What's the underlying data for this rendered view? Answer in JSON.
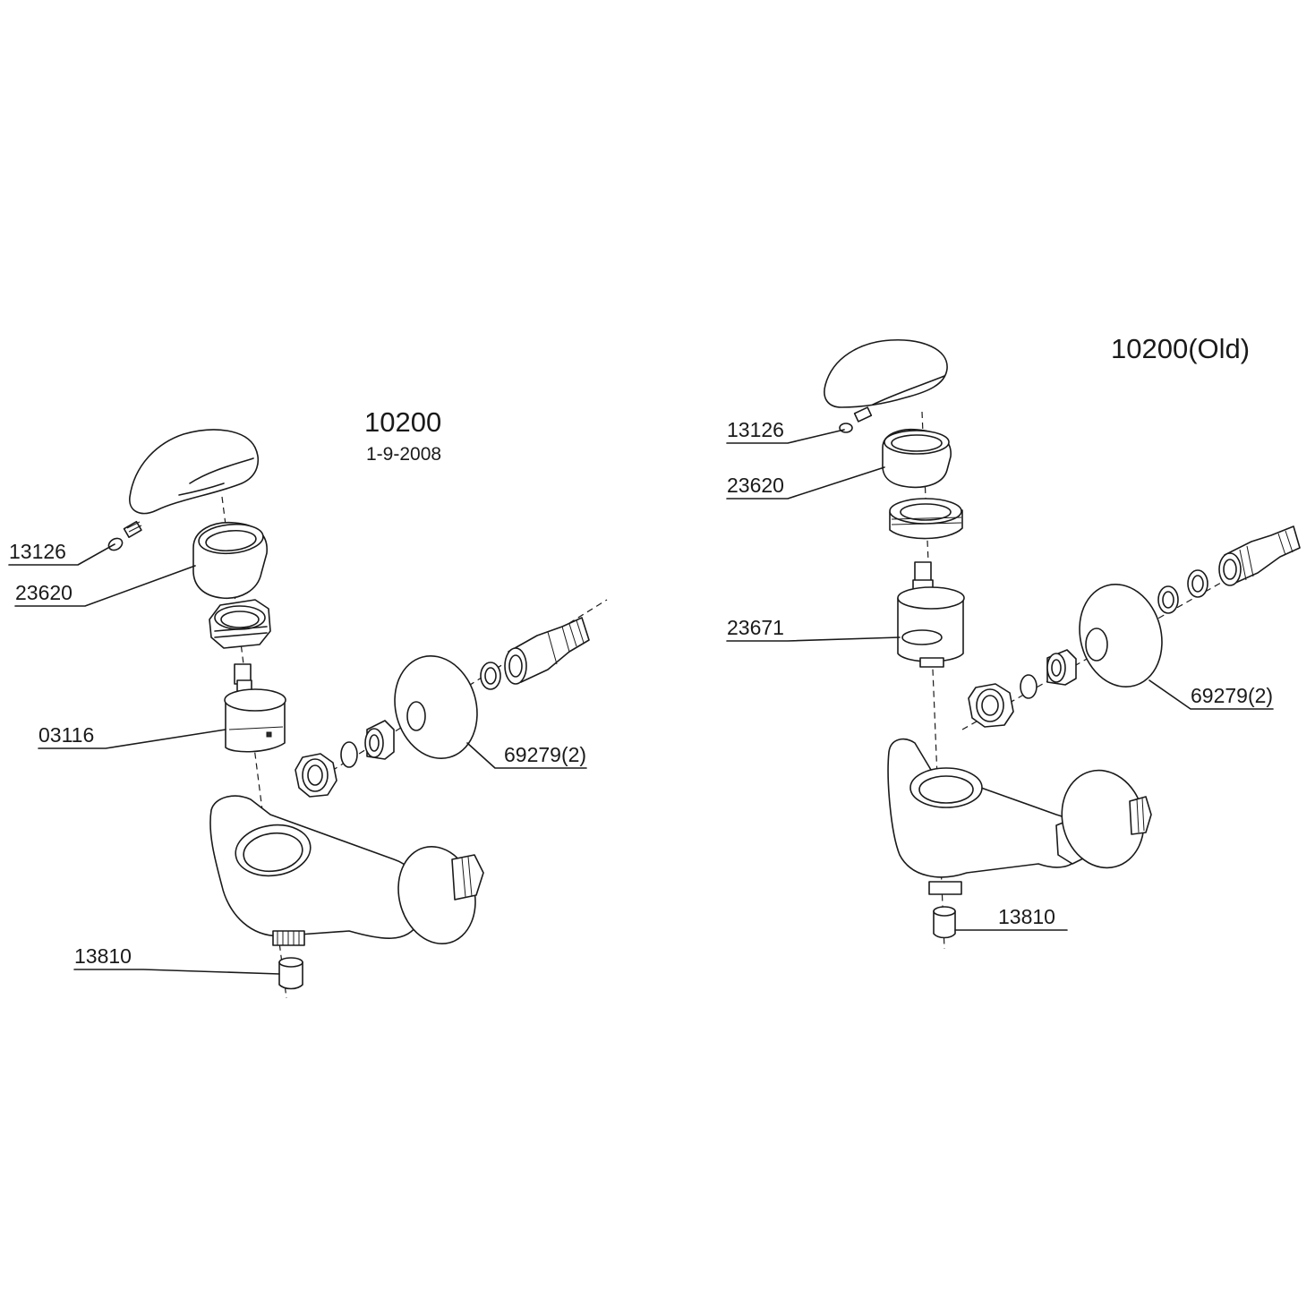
{
  "diagram_new": {
    "title": "10200",
    "date": "1-9-2008",
    "parts": {
      "screw": "13126",
      "cap": "23620",
      "cartridge": "03116",
      "flange": "69279(2)",
      "aerator": "13810"
    }
  },
  "diagram_old": {
    "title": "10200(Old)",
    "parts": {
      "screw": "13126",
      "cap": "23620",
      "cartridge": "23671",
      "flange": "69279(2)",
      "aerator": "13810"
    }
  },
  "colors": {
    "ink": "#1a1a1a",
    "paper": "#ffffff"
  }
}
